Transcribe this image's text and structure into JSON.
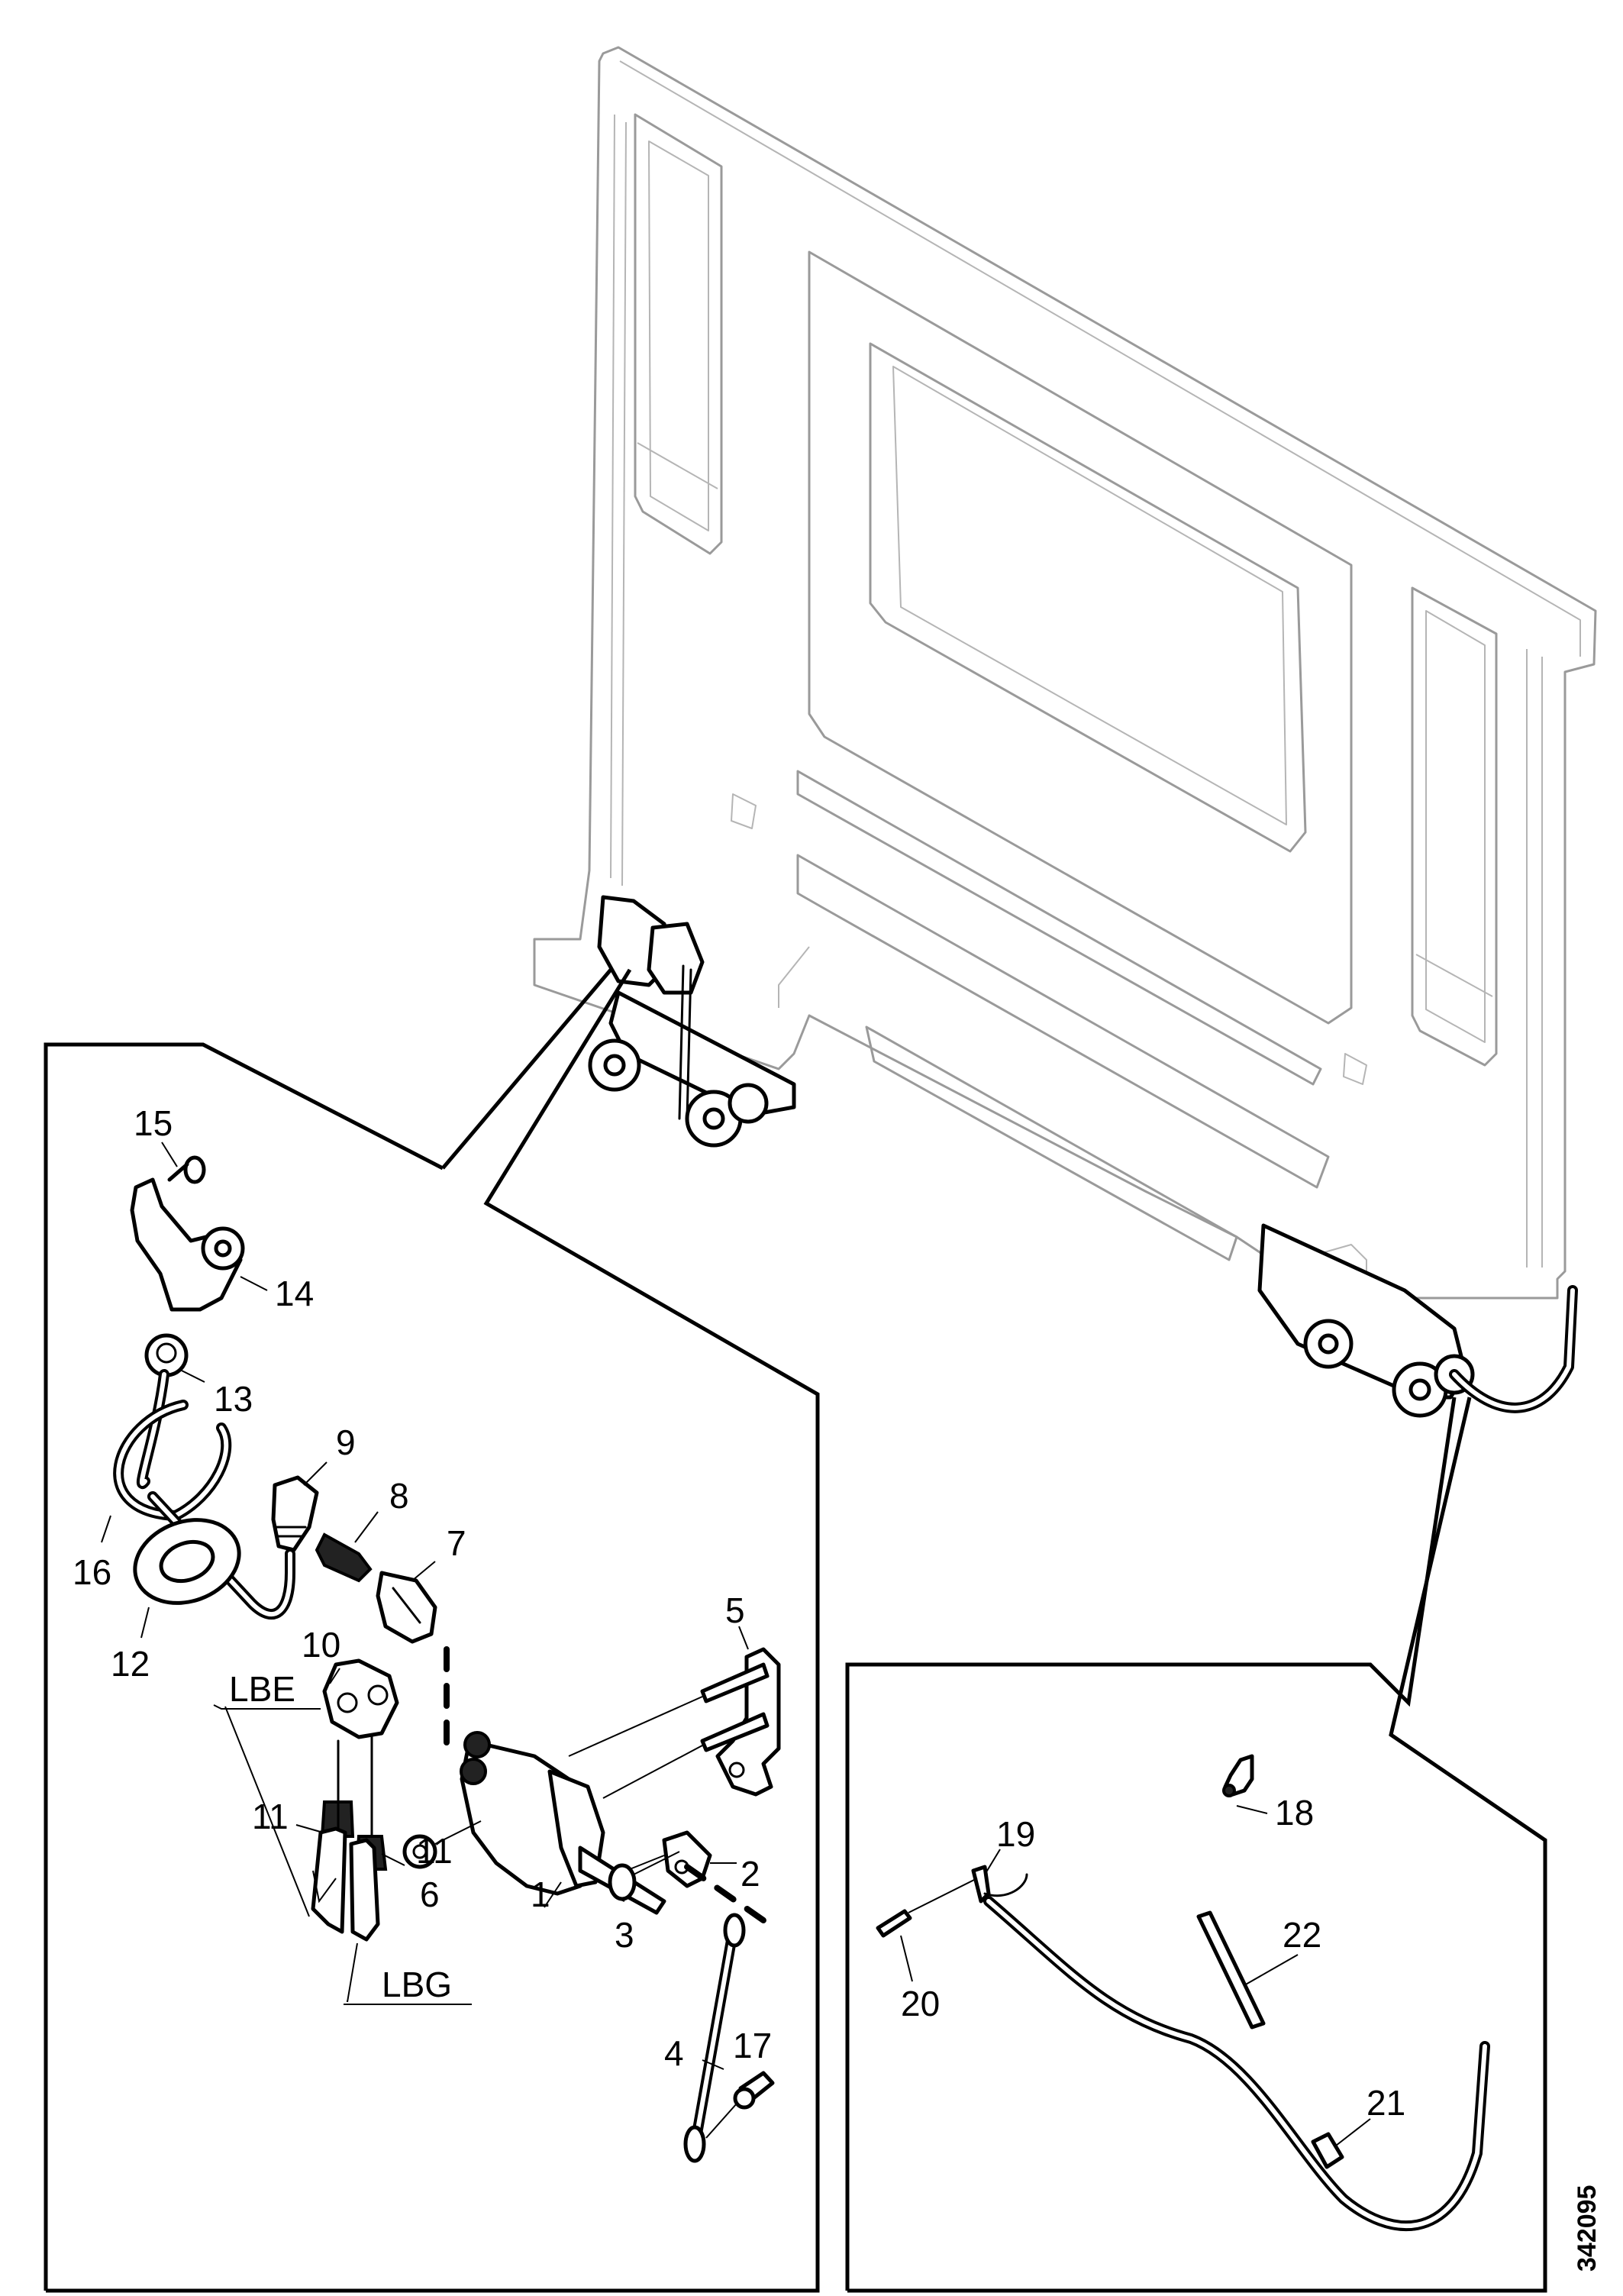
{
  "diagram": {
    "type": "exploded-parts-diagram",
    "subject": "cab rear wall with tilt hinge and lock assembly",
    "drawing_number": "342095",
    "callouts": [
      {
        "id": "c1",
        "text": "1"
      },
      {
        "id": "c2",
        "text": "2"
      },
      {
        "id": "c3",
        "text": "3"
      },
      {
        "id": "c4",
        "text": "4"
      },
      {
        "id": "c5",
        "text": "5"
      },
      {
        "id": "c6",
        "text": "6"
      },
      {
        "id": "c7",
        "text": "7"
      },
      {
        "id": "c8",
        "text": "8"
      },
      {
        "id": "c9",
        "text": "9"
      },
      {
        "id": "c10",
        "text": "10"
      },
      {
        "id": "c11a",
        "text": "11"
      },
      {
        "id": "c11b",
        "text": "11"
      },
      {
        "id": "c12",
        "text": "12"
      },
      {
        "id": "c13",
        "text": "13"
      },
      {
        "id": "c14",
        "text": "14"
      },
      {
        "id": "c15",
        "text": "15"
      },
      {
        "id": "c16",
        "text": "16"
      },
      {
        "id": "c17",
        "text": "17"
      },
      {
        "id": "c18",
        "text": "18"
      },
      {
        "id": "c19",
        "text": "19"
      },
      {
        "id": "c20",
        "text": "20"
      },
      {
        "id": "c21",
        "text": "21"
      },
      {
        "id": "c22",
        "text": "22"
      }
    ],
    "line_labels": [
      {
        "id": "lbe",
        "text": "LBE"
      },
      {
        "id": "lbg",
        "text": "LBG"
      }
    ],
    "insets": [
      {
        "id": "left-inset",
        "content": "lock cylinder, hoses and fittings (items 1-17)"
      },
      {
        "id": "right-inset",
        "content": "hose/cable routing (items 18-22)"
      }
    ]
  }
}
